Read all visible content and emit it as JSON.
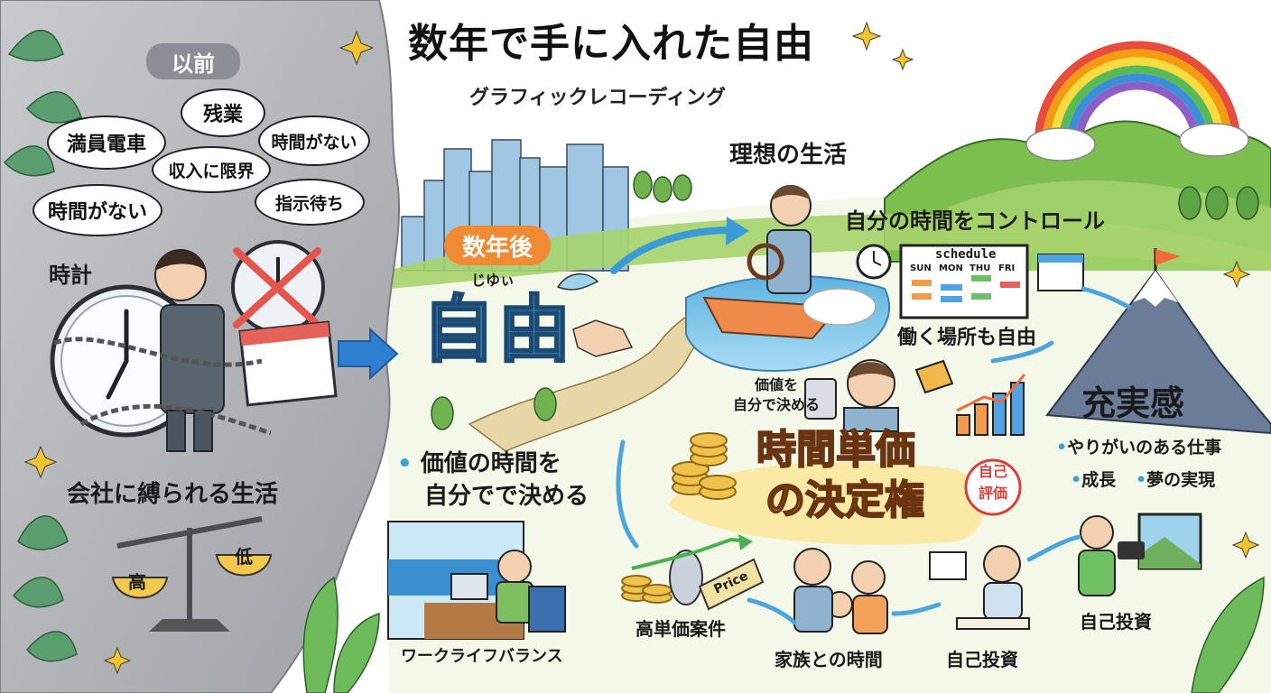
{
  "title": "数年で手に入れた自由",
  "subtitle": "グラフィックレコーディング",
  "before": {
    "tag": "以前",
    "bubbles": [
      "満員電車",
      "残業",
      "時間がない",
      "収入に限界",
      "指示待ち",
      "時間がない"
    ],
    "clock_label": "時計",
    "caption": "会社に縛られる生活",
    "scale_high": "高",
    "scale_low": "低"
  },
  "after": {
    "years_later": "数年後",
    "freedom_ruby": "じゆぃ",
    "freedom": "自由",
    "ideal_life": "理想の生活",
    "control_time": "自分の時間をコントロール",
    "schedule": {
      "title": "schedule",
      "days": [
        "SUN",
        "MON",
        "THU",
        "FRI"
      ]
    },
    "work_place": "働く場所も自由",
    "price_decide": [
      "価値を",
      "自分で決める"
    ],
    "hourly_rate": [
      "時間単価",
      "の決定権"
    ],
    "stamp": [
      "自己",
      "評価"
    ],
    "value_time": [
      "価値の時間を",
      "自分でで決める"
    ],
    "work_life": "ワークライフバランス",
    "high_price": "高単価案件",
    "price_tag": "Price",
    "family": "家族との時間",
    "self_invest_1": "自己投資",
    "self_invest_2": "自己投資",
    "fulfillment": "充実感",
    "fulfillment_items": [
      "やりがいのある仕事",
      "成長",
      "夢の実現"
    ]
  }
}
